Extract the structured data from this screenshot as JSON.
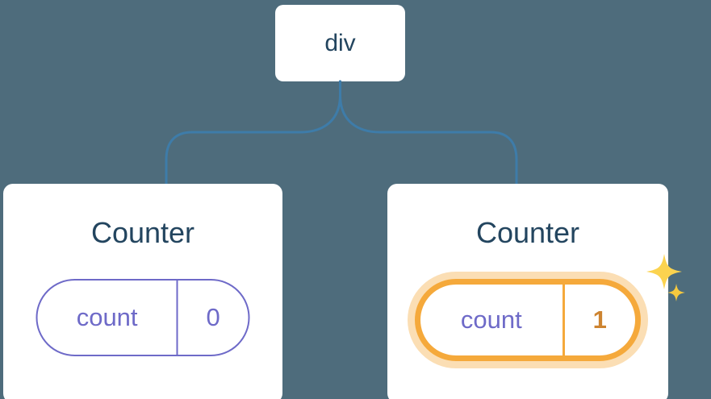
{
  "diagram": {
    "root": {
      "label": "div"
    },
    "children": [
      {
        "title": "Counter",
        "state": {
          "key": "count",
          "value": "0"
        },
        "highlighted": false
      },
      {
        "title": "Counter",
        "state": {
          "key": "count",
          "value": "1"
        },
        "highlighted": true,
        "icon": "sparkle-icon"
      }
    ]
  },
  "colors": {
    "background": "#4E6C7C",
    "card_background": "#FFFFFF",
    "connector_line": "#3E7CA9",
    "node_text": "#23455F",
    "state_accent": "#6E6AC8",
    "highlight_border": "#F5A93B",
    "highlight_value_text": "#CD8431",
    "sparkle": "#FBD34F"
  }
}
